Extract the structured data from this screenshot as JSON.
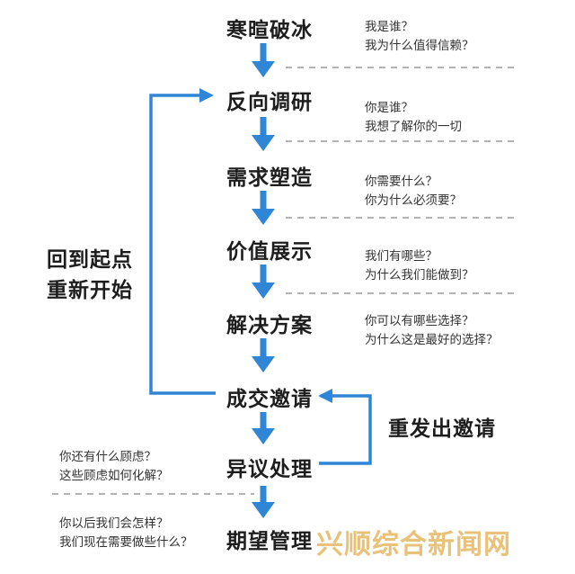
{
  "steps": [
    "寒暄破冰",
    "反向调研",
    "需求塑造",
    "价值展示",
    "解决方案",
    "成交邀请",
    "异议处理",
    "期望管理"
  ],
  "questions": [
    [
      "我是谁？",
      "我为什么值得信赖？"
    ],
    [
      "你是谁？",
      "我想了解你的一切"
    ],
    [
      "你需要什么？",
      "你为什么必须要？"
    ],
    [
      "我们有哪些？",
      "为什么我们能做到？"
    ],
    [
      "你可以有哪些选择？",
      "为什么这是最好的选择？"
    ]
  ],
  "left_questions": [
    [
      "你还有什么顾虑？",
      "这些顾虑如何化解？"
    ],
    [
      "你以后我们会怎样？",
      "我们现在需要做些什么？"
    ]
  ],
  "loop_left": [
    "回到起点",
    "重新开始"
  ],
  "loop_right": "重发出邀请",
  "watermark": "兴顺综合新闻网",
  "colors": {
    "arrow": "#2f86d6",
    "dash": "#9a9a9a",
    "text": "#1d1d1d",
    "watermark": "#e8c27a"
  }
}
